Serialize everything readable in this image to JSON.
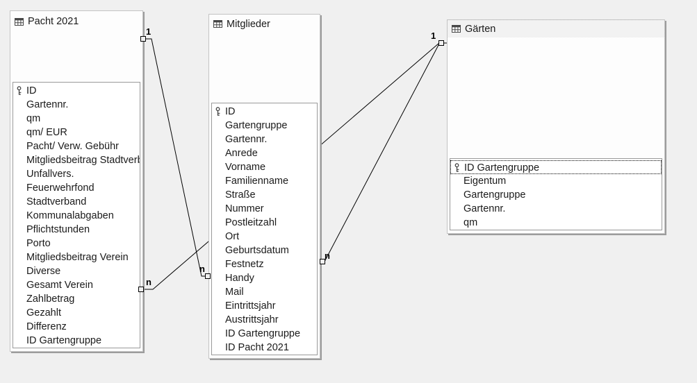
{
  "app": {
    "view_name": "relationships-diagram"
  },
  "tables": [
    {
      "title": "Pacht 2021",
      "fields": [
        {
          "name": "ID",
          "key": true
        },
        {
          "name": "Gartennr."
        },
        {
          "name": "qm"
        },
        {
          "name": "qm/ EUR"
        },
        {
          "name": "Pacht/ Verw. Gebühr"
        },
        {
          "name": "Mitgliedsbeitrag Stadtverband"
        },
        {
          "name": "Unfallvers."
        },
        {
          "name": "Feuerwehrfond"
        },
        {
          "name": "Stadtverband"
        },
        {
          "name": "Kommunalabgaben"
        },
        {
          "name": "Pflichtstunden"
        },
        {
          "name": "Porto"
        },
        {
          "name": "Mitgliedsbeitrag Verein"
        },
        {
          "name": "Diverse"
        },
        {
          "name": "Gesamt Verein"
        },
        {
          "name": "Zahlbetrag"
        },
        {
          "name": "Gezahlt"
        },
        {
          "name": "Differenz"
        },
        {
          "name": "ID Gartengruppe"
        }
      ]
    },
    {
      "title": "Mitglieder",
      "fields": [
        {
          "name": "ID",
          "key": true
        },
        {
          "name": "Gartengruppe"
        },
        {
          "name": "Gartennr."
        },
        {
          "name": "Anrede"
        },
        {
          "name": "Vorname"
        },
        {
          "name": "Familienname"
        },
        {
          "name": "Straße"
        },
        {
          "name": "Nummer"
        },
        {
          "name": "Postleitzahl"
        },
        {
          "name": "Ort"
        },
        {
          "name": "Geburtsdatum"
        },
        {
          "name": "Festnetz"
        },
        {
          "name": "Handy"
        },
        {
          "name": "Mail"
        },
        {
          "name": "Eintrittsjahr"
        },
        {
          "name": "Austrittsjahr"
        },
        {
          "name": "ID Gartengruppe"
        },
        {
          "name": "ID Pacht 2021"
        }
      ]
    },
    {
      "title": "Gärten",
      "fields": [
        {
          "name": "ID Gartengruppe",
          "key": true,
          "focused": true
        },
        {
          "name": "Eigentum"
        },
        {
          "name": "Gartengruppe"
        },
        {
          "name": "Gartennr."
        },
        {
          "name": "qm"
        }
      ]
    }
  ],
  "relationships": [
    {
      "from_table": "Pacht 2021",
      "from_field": "ID",
      "from_cardinality": "1",
      "to_table": "Mitglieder",
      "to_field": "ID Pacht 2021",
      "to_cardinality": "n"
    },
    {
      "from_table": "Gärten",
      "from_field": "ID Gartengruppe",
      "from_cardinality": "1",
      "to_table": "Pacht 2021",
      "to_field": "ID Gartengruppe",
      "to_cardinality": "n"
    },
    {
      "from_table": "Gärten",
      "from_field": "ID Gartengruppe",
      "from_cardinality": "1",
      "to_table": "Mitglieder",
      "to_field": "ID Gartengruppe",
      "to_cardinality": "n"
    }
  ],
  "colors": {
    "background": "#f0f0f0",
    "window_bg": "#ffffff",
    "box_border": "#9a9a9a",
    "shadow": "#9c9c9c",
    "relationship_line": "#000000",
    "text": "#1a1a1a"
  }
}
